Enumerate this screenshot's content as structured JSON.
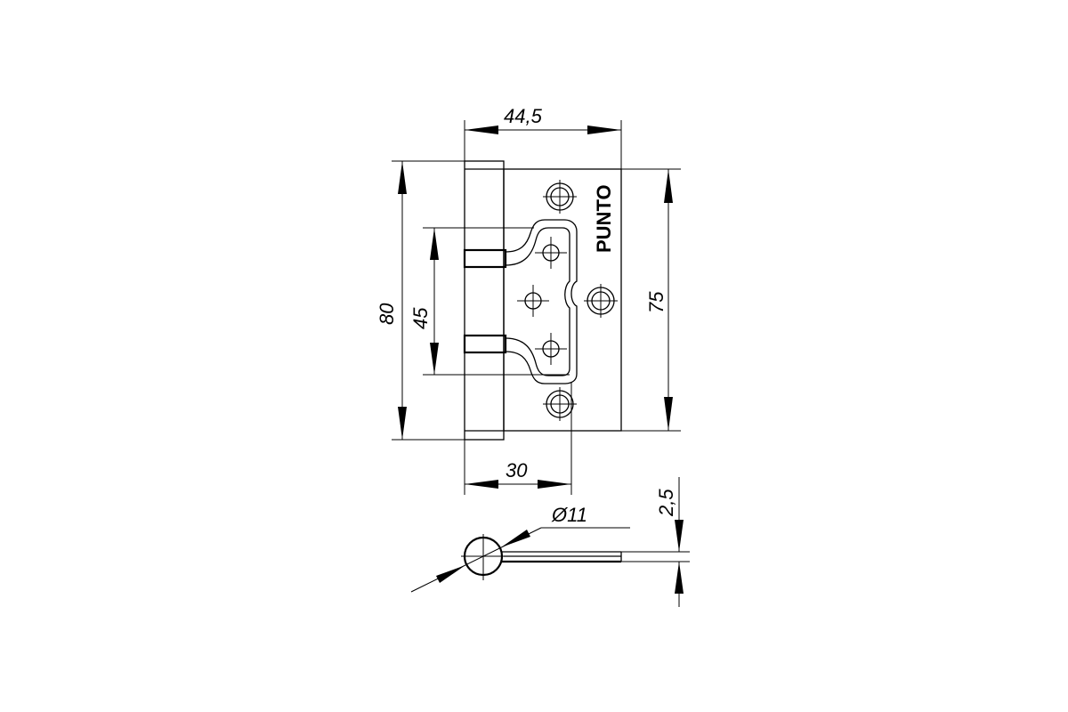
{
  "drawing": {
    "subject": "butterfly door hinge technical drawing",
    "brand_label": "PUNTO",
    "line_color": "#000000",
    "background": "#ffffff"
  },
  "dimensions": {
    "overall_width": "44,5",
    "overall_height": "80",
    "leaf_height": "75",
    "knuckle_spacing": "45",
    "inner_leaf_width": "30",
    "knuckle_diameter": "Ø11",
    "thickness": "2,5"
  }
}
